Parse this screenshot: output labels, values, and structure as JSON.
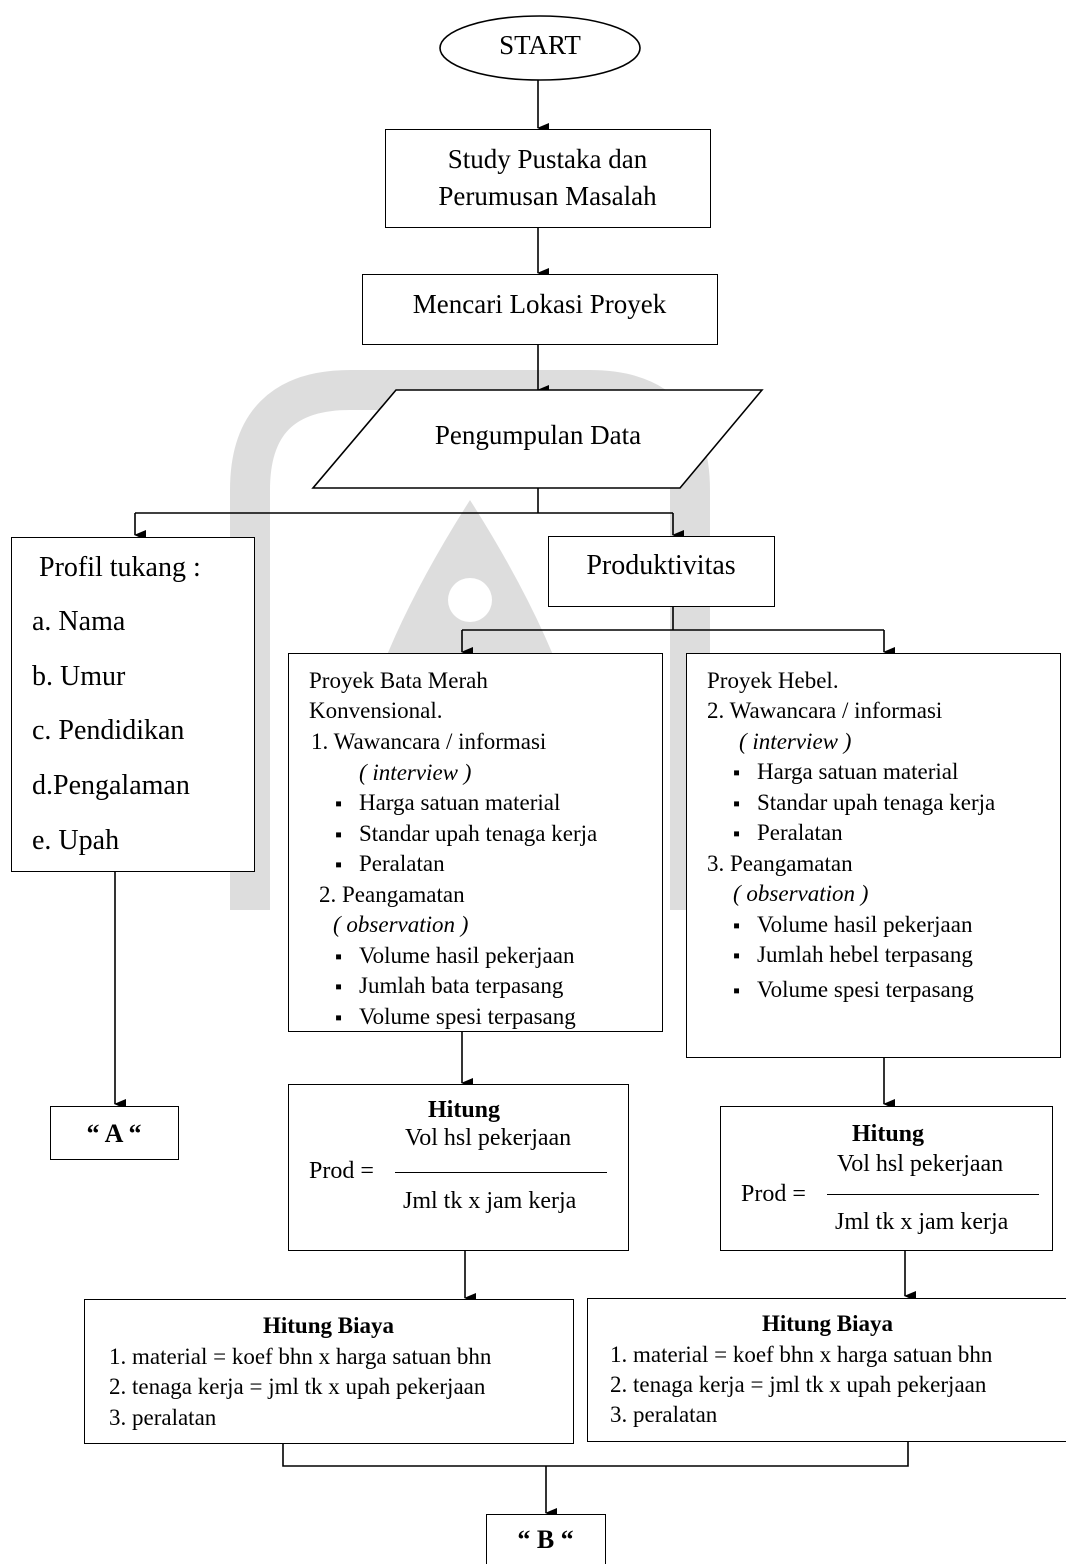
{
  "start": "START",
  "study": [
    "Study Pustaka dan",
    "Perumusan Masalah"
  ],
  "lokasi": "Mencari Lokasi Proyek",
  "pengumpulan": "Pengumpulan Data",
  "profil": {
    "title": "Profil tukang :",
    "items": [
      "a. Nama",
      "b. Umur",
      "c. Pendidikan",
      "d.Pengalaman",
      "e. Upah"
    ]
  },
  "produktivitas": "Produktivitas",
  "bata": {
    "title_lines": [
      "Proyek Bata Merah",
      "Konvensional."
    ],
    "wawancara": "1.  Wawancara / informasi",
    "interview": "( interview )",
    "items1": [
      "Harga satuan material",
      "Standar upah tenaga kerja",
      "Peralatan"
    ],
    "pengamatan": "2.  Peangamatan",
    "observation": "( observation )",
    "items2": [
      "Volume hasil pekerjaan",
      "Jumlah bata terpasang",
      "Volume spesi terpasang"
    ]
  },
  "hebel": {
    "title": "Proyek Hebel.",
    "wawancara": "2. Wawancara / informasi",
    "interview": "( interview )",
    "items1": [
      "Harga satuan material",
      "Standar upah tenaga kerja",
      "Peralatan"
    ],
    "pengamatan": "3. Peangamatan",
    "observation": "( observation )",
    "items2": [
      "Volume hasil pekerjaan",
      "Jumlah hebel terpasang",
      "Volume spesi terpasang"
    ]
  },
  "connector_a": "“ A “",
  "connector_b": "“ B “",
  "hitung": {
    "title": "Hitung",
    "prod": "Prod =",
    "numerator": "Vol hsl pekerjaan",
    "denominator": "Jml tk x jam kerja"
  },
  "biaya": {
    "title": "Hitung Biaya",
    "lines": [
      "1. material = koef bhn x harga satuan bhn",
      "2. tenaga kerja = jml tk x upah pekerjaan",
      "3. peralatan"
    ]
  }
}
